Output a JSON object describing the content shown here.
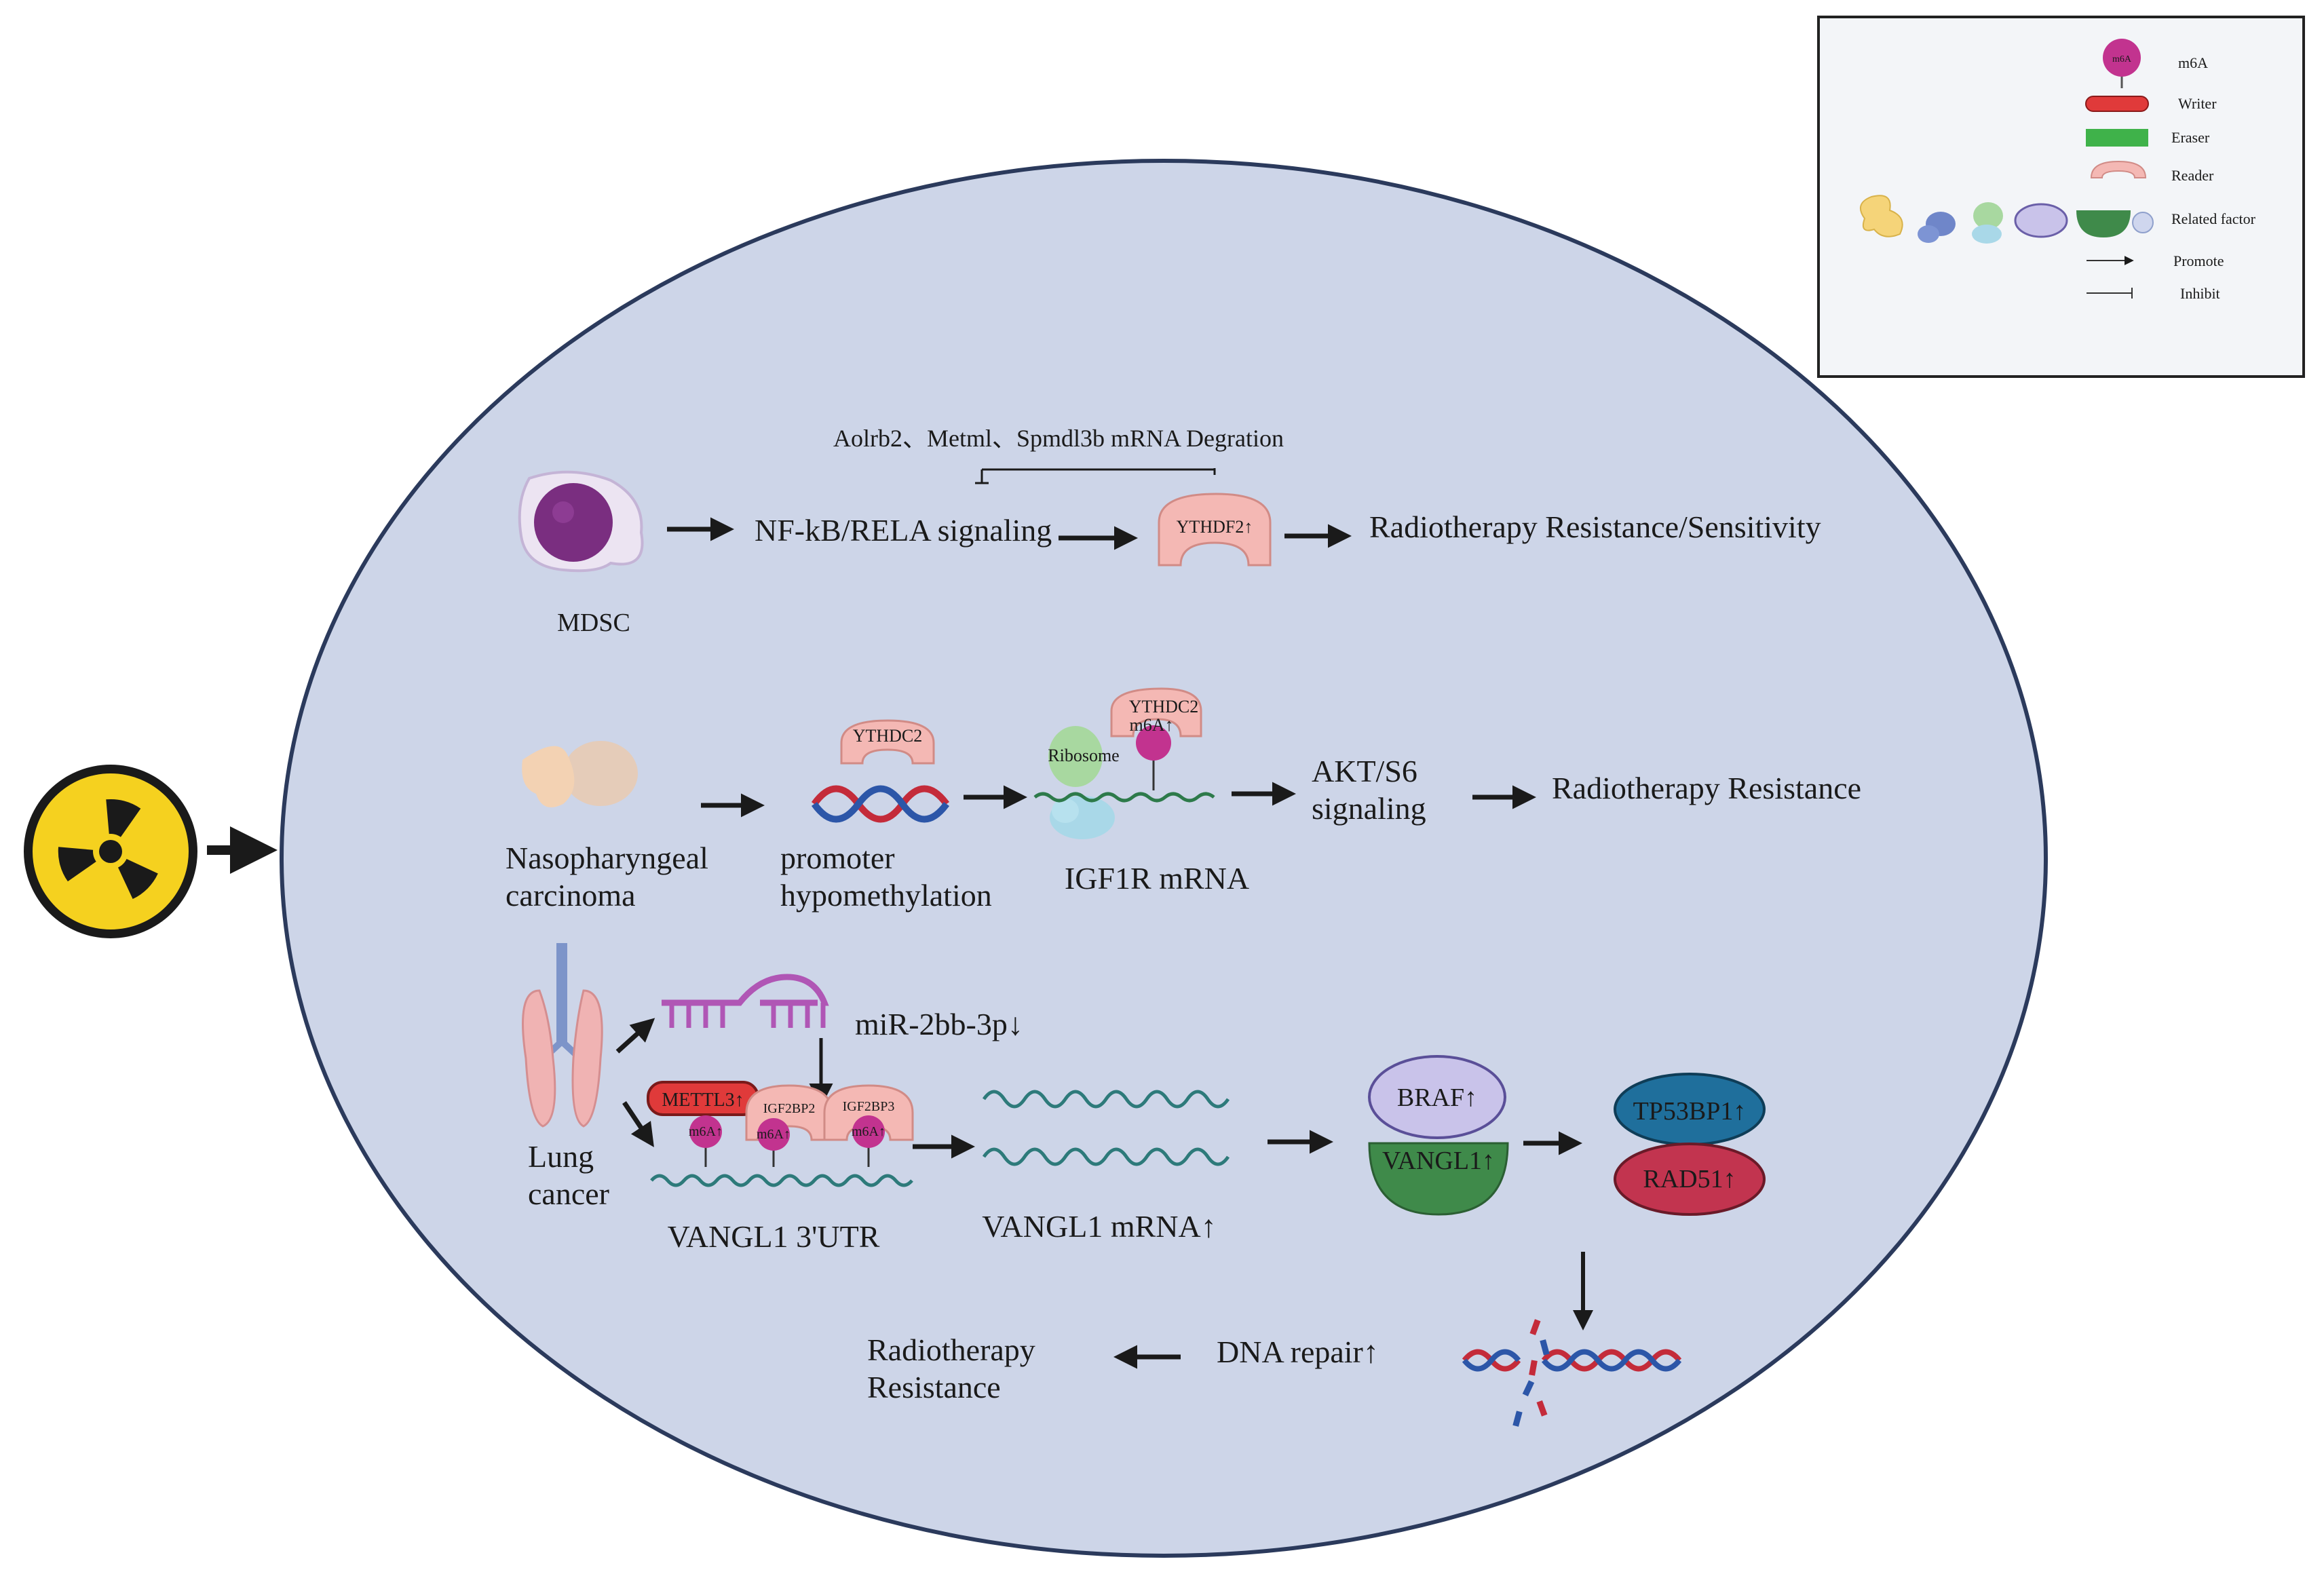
{
  "legend": {
    "m6a": "m6A",
    "writer": "Writer",
    "eraser": "Eraser",
    "reader": "Reader",
    "related_factor": "Related factor",
    "promote": "Promote",
    "inhibit": "Inhibit",
    "m6a_badge": "m6A"
  },
  "mdsc": {
    "cell_label": "MDSC",
    "inhibited_genes": "Aolrb2、Metml、Spmdl3b mRNA Degration",
    "signaling": "NF-kB/RELA signaling",
    "reader": "YTHDF2↑",
    "outcome": "Radiotherapy Resistance/Sensitivity"
  },
  "npc": {
    "origin_line1": "Nasopharyngeal",
    "origin_line2": "carcinoma",
    "reader_promoter": "YTHDC2",
    "promoter_line1": "promoter",
    "promoter_line2": "hypomethylation",
    "reader_mrna": "YTHDC2",
    "ribosome": "Ribosome",
    "m6a": "m6A↑",
    "mrna": "IGF1R mRNA",
    "signaling_line1": "AKT/S6",
    "signaling_line2": "signaling",
    "outcome": "Radiotherapy Resistance"
  },
  "lung": {
    "origin_line1": "Lung",
    "origin_line2": "cancer",
    "mirna": "miR-2bb-3p↓",
    "writer": "METTL3↑",
    "reader1": "IGF2BP2",
    "reader2": "IGF2BP3",
    "m6a1": "m6A↑",
    "m6a2": "m6A↑",
    "m6a3": "m6A↑",
    "utr": "VANGL1 3'UTR",
    "mrna": "VANGL1 mRNA↑",
    "braf": "BRAF↑",
    "vangl1": "VANGL1↑",
    "tp53bp1": "TP53BP1↑",
    "rad51": "RAD51↑",
    "dna_repair": "DNA repair↑",
    "outcome_line1": "Radiotherapy",
    "outcome_line2": "Resistance"
  },
  "colors": {
    "cell_fill": "#cdd5e8",
    "cell_border": "#2b3a5c",
    "m6a": "#c2338f",
    "writer": "#e03a3a",
    "eraser": "#3fb24a",
    "reader": "#f4b8b4",
    "braf": "#c9c3ea",
    "vangl1": "#3f8a4a",
    "tp53bp1": "#1f6f9c",
    "rad51": "#c2344f",
    "radiation": "#f5d11f"
  }
}
